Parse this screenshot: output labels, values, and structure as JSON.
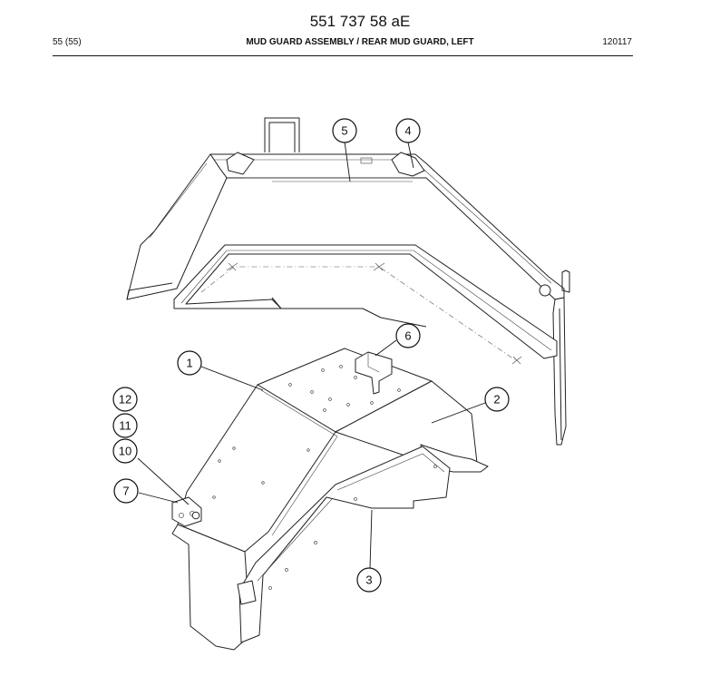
{
  "header": {
    "doc_number": "551 737 58 aE",
    "page_ref": "55 (55)",
    "title": "MUD GUARD ASSEMBLY / REAR MUD GUARD, LEFT",
    "date_code": "120117"
  },
  "callouts": [
    "1",
    "2",
    "3",
    "4",
    "5",
    "6",
    "7",
    "10",
    "11",
    "12"
  ]
}
